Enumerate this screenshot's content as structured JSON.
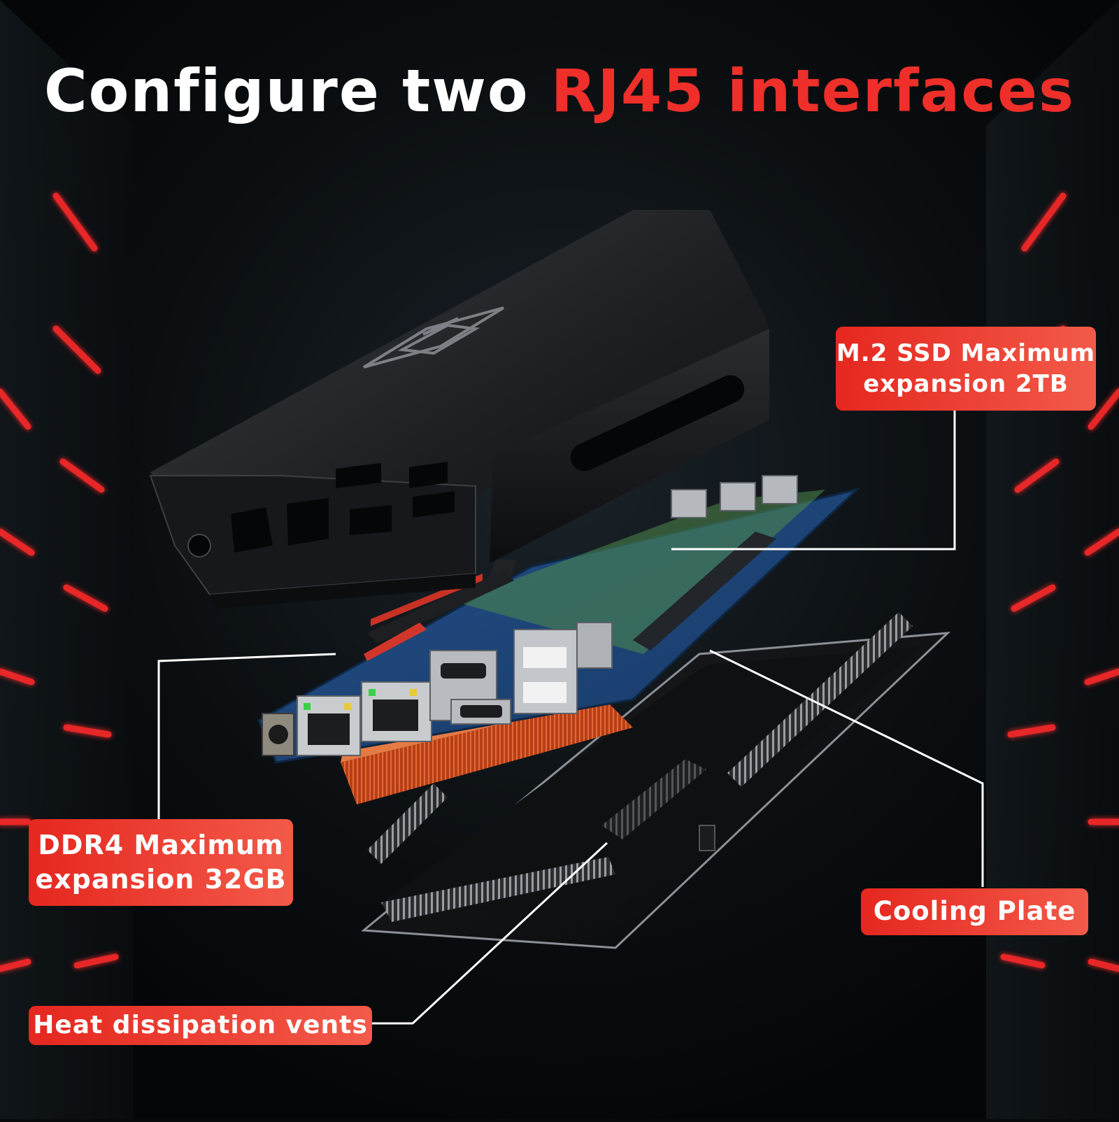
{
  "headline": {
    "part1": "Configure two ",
    "part2": "RJ45 interfaces"
  },
  "callouts": {
    "ssd_line1": "M.2 SSD Maximum",
    "ssd_line2": "expansion 2TB",
    "ddr_line1": "DDR4 Maximum",
    "ddr_line2": "expansion 32GB",
    "cooling": "Cooling Plate",
    "vents": "Heat dissipation vents"
  },
  "colors": {
    "accent": "#ee2f2a",
    "background": "#07090b",
    "callout": "#e5271f",
    "pcb_blue": "#1e4f8c",
    "copper": "#c2451e"
  }
}
